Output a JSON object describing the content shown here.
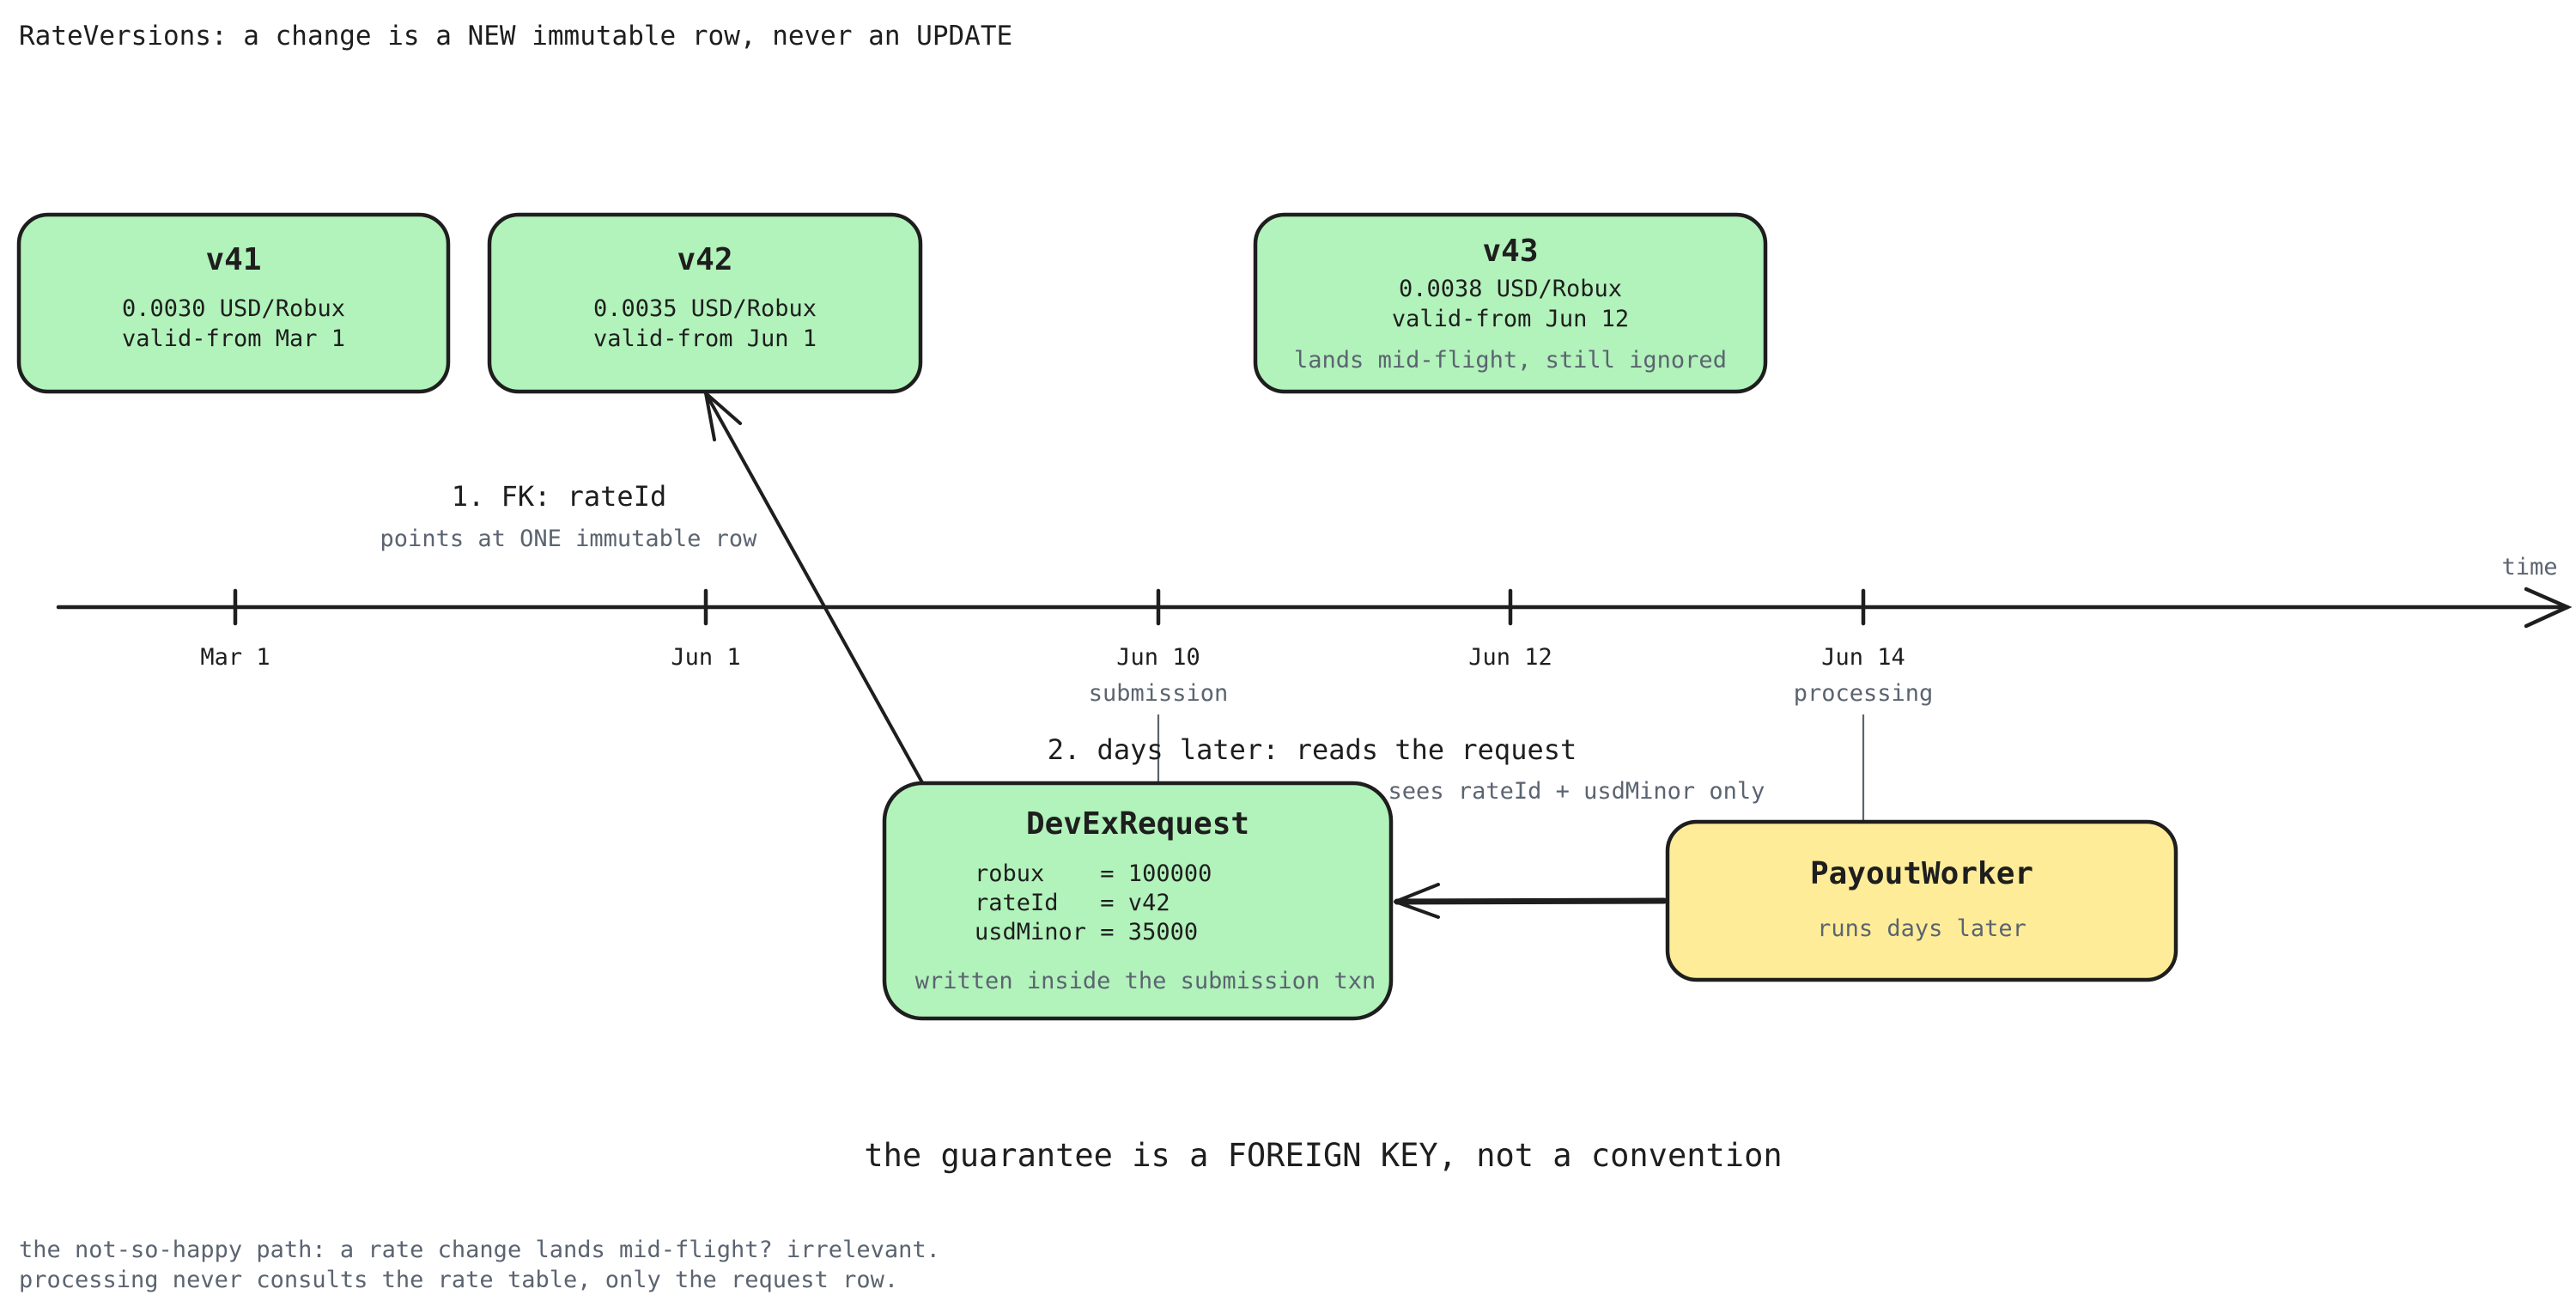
{
  "title": "RateVersions: a change is a NEW immutable row, never an UPDATE",
  "rate_versions": [
    {
      "name": "v41",
      "rate": "0.0030 USD/Robux",
      "valid_from": "valid-from Mar 1",
      "note": ""
    },
    {
      "name": "v42",
      "rate": "0.0035 USD/Robux",
      "valid_from": "valid-from Jun 1",
      "note": ""
    },
    {
      "name": "v43",
      "rate": "0.0038 USD/Robux",
      "valid_from": "valid-from Jun 12",
      "note": "lands mid-flight, still ignored"
    }
  ],
  "fk_label": {
    "title": "1. FK: rateId",
    "subtitle": "points at ONE immutable row"
  },
  "timeline": {
    "axis_label": "time",
    "ticks": [
      {
        "label": "Mar 1",
        "sub": ""
      },
      {
        "label": "Jun 1",
        "sub": ""
      },
      {
        "label": "Jun 10",
        "sub": "submission"
      },
      {
        "label": "Jun 12",
        "sub": ""
      },
      {
        "label": "Jun 14",
        "sub": "processing"
      }
    ]
  },
  "request": {
    "name": "DevExRequest",
    "fields": [
      "robux    = 100000",
      "rateId   = v42",
      "usdMinor = 35000"
    ],
    "note": "written inside the submission txn"
  },
  "worker": {
    "name": "PayoutWorker",
    "note": "runs days later"
  },
  "read_label": {
    "title": "2. days later: reads the request",
    "subtitle": "sees rateId + usdMinor only"
  },
  "guarantee": "the guarantee is a FOREIGN KEY, not a convention",
  "footer": [
    "the not-so-happy path: a rate change lands mid-flight? irrelevant.",
    "processing never consults the rate table, only the request row."
  ],
  "colors": {
    "green": "#b2f2bb",
    "yellow": "#ffec99",
    "ink": "#1e1e1e",
    "muted": "#5b6470"
  }
}
